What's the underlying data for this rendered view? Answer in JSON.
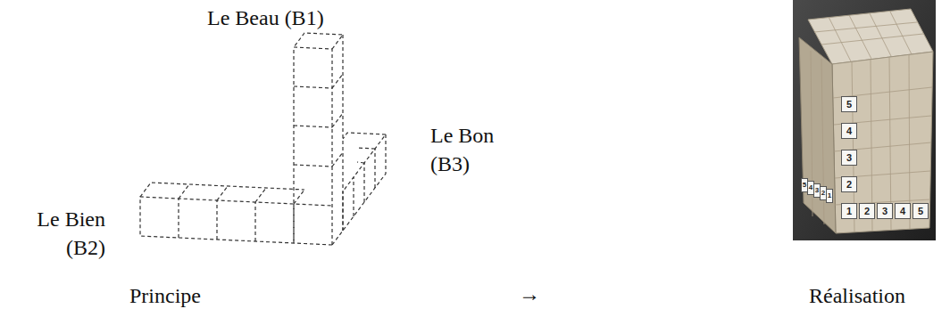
{
  "diagram": {
    "nodes": [
      {
        "text": [
          "5"
        ]
      },
      {
        "text": [
          "4"
        ]
      },
      {
        "text": [
          "3"
        ]
      },
      {
        "text": [
          "2"
        ]
      },
      {
        "text": [
          "5"
        ]
      },
      {
        "text": [
          "4"
        ]
      },
      {
        "text": [
          "3"
        ]
      },
      {
        "text": [
          "2"
        ]
      },
      {
        "text": [
          "1"
        ]
      },
      {
        "text": [
          "1"
        ]
      },
      {
        "text": [
          "2"
        ]
      },
      {
        "text": [
          "3"
        ]
      },
      {
        "text": [
          "4"
        ]
      },
      {
        "text": [
          "5"
        ]
      }
    ],
    "labels": [
      "Le Beau (B1)",
      "Le Bien (B2)",
      "Le Bon (B3)",
      "Principe",
      "→",
      "Réalisation"
    ]
  }
}
